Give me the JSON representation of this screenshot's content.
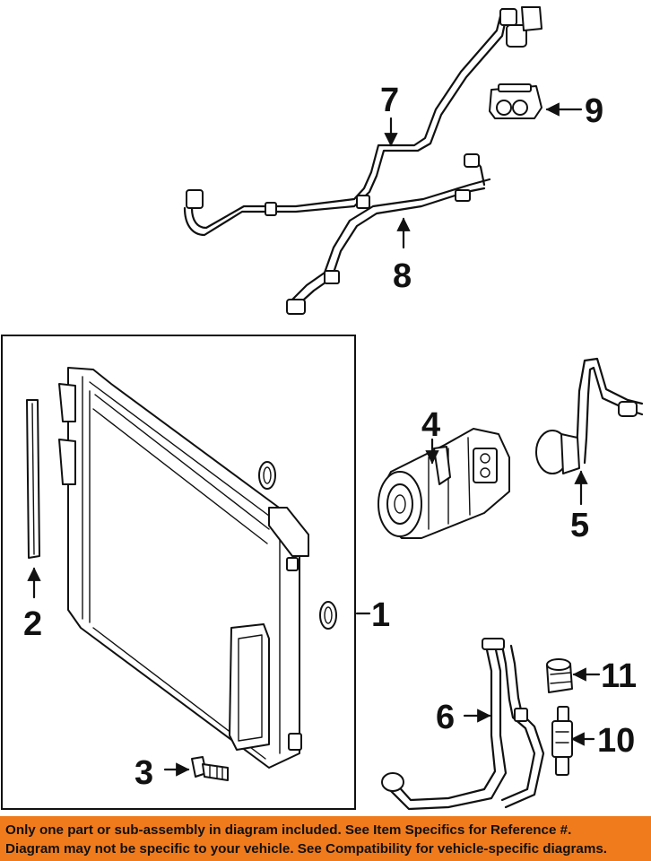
{
  "callouts": {
    "c1": "1",
    "c2": "2",
    "c3": "3",
    "c4": "4",
    "c5": "5",
    "c6": "6",
    "c7": "7",
    "c8": "8",
    "c9": "9",
    "c10": "10",
    "c11": "11"
  },
  "banner": {
    "line1": "Only one part or sub-assembly in diagram included. See Item Specifics for Reference #.",
    "line2": "Diagram may not be specific to your vehicle. See Compatibility for vehicle-specific diagrams.",
    "color": "#f07b1d"
  }
}
